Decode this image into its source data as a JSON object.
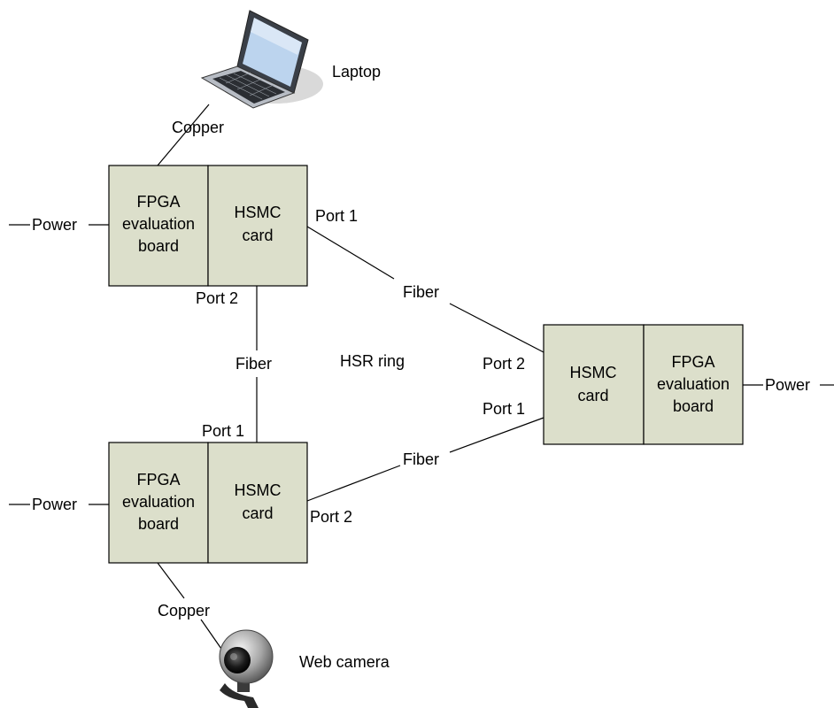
{
  "colors": {
    "board_fill": "#dcdfcb",
    "line": "#000000",
    "background": "#ffffff"
  },
  "labels": {
    "laptop": "Laptop",
    "web_camera": "Web camera",
    "hsr_ring": "HSR ring"
  },
  "nodes": {
    "top_left": {
      "fpga": [
        "FPGA",
        "evaluation",
        "board"
      ],
      "hsmc": [
        "HSMC",
        "card"
      ],
      "power": "Power",
      "port1": "Port 1",
      "port2": "Port 2"
    },
    "bottom_left": {
      "fpga": [
        "FPGA",
        "evaluation",
        "board"
      ],
      "hsmc": [
        "HSMC",
        "card"
      ],
      "power": "Power",
      "port1": "Port 1",
      "port2": "Port 2"
    },
    "right": {
      "fpga": [
        "FPGA",
        "evaluation",
        "board"
      ],
      "hsmc": [
        "HSMC",
        "card"
      ],
      "power": "Power",
      "port1": "Port 1",
      "port2": "Port 2"
    }
  },
  "links": {
    "laptop_copper": "Copper",
    "camera_copper": "Copper",
    "fiber_top_right": "Fiber",
    "fiber_left_vertical": "Fiber",
    "fiber_bottom_right": "Fiber"
  },
  "icons": {
    "laptop": "laptop-icon",
    "camera": "web-camera-icon"
  }
}
